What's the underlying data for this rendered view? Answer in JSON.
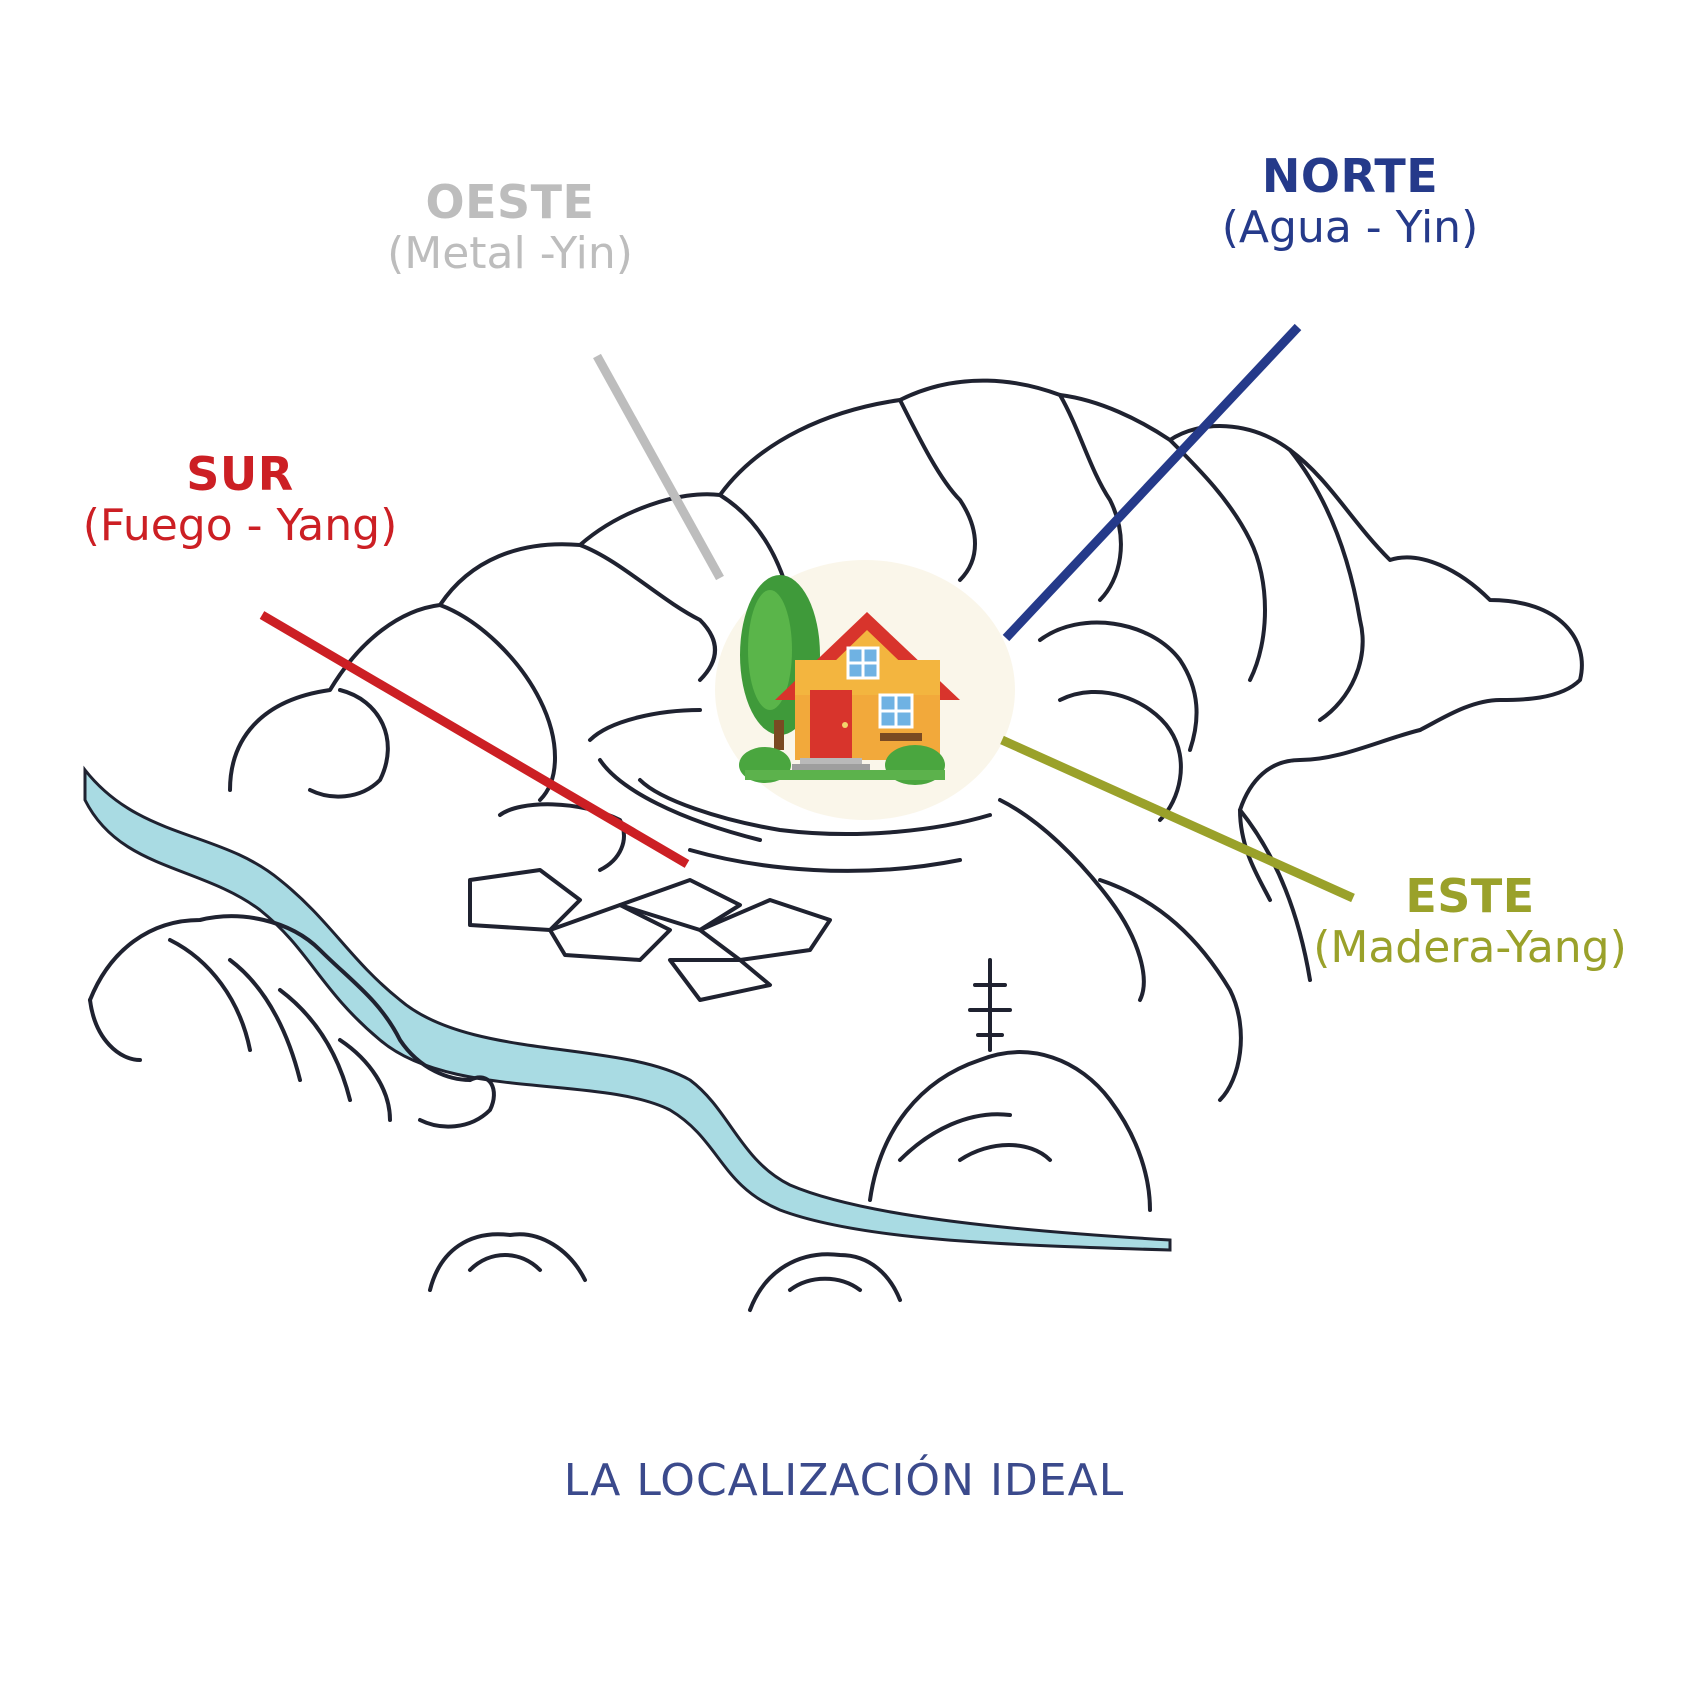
{
  "directions": {
    "oeste": {
      "name": "OESTE",
      "element": "(Metal -Yin)",
      "color": "#bdbdbd"
    },
    "norte": {
      "name": "NORTE",
      "element": "(Agua - Yin)",
      "color": "#253a8a"
    },
    "sur": {
      "name": "SUR",
      "element": "(Fuego - Yang)",
      "color": "#cc1f24"
    },
    "este": {
      "name": "ESTE",
      "element": "(Madera-Yang)",
      "color": "#9aa12a"
    }
  },
  "caption": {
    "text": "LA LOCALIZACIÓN IDEAL",
    "color": "#3b4a8c"
  },
  "colors": {
    "ink": "#1f2230",
    "river": "#a9dbe3"
  }
}
